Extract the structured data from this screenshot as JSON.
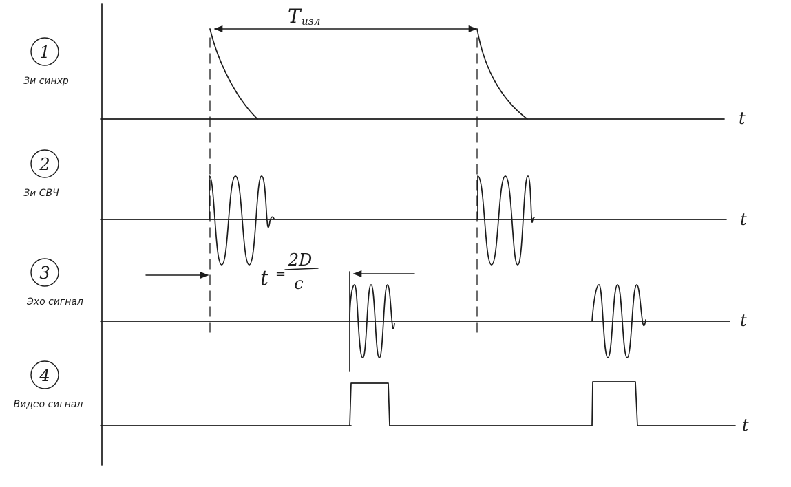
{
  "diagram": {
    "period_label_main": "T",
    "period_label_sub": "изл",
    "axis_symbol": "t",
    "delay_formula": {
      "lhs": "t",
      "eq": "=",
      "numerator": "2D",
      "denominator": "c"
    },
    "rows": [
      {
        "number": "1",
        "label": "Зи синхр"
      },
      {
        "number": "2",
        "label": "Зи СВЧ"
      },
      {
        "number": "3",
        "label": "Эхо сигнал"
      },
      {
        "number": "4",
        "label": "Видео сигнал"
      }
    ]
  }
}
